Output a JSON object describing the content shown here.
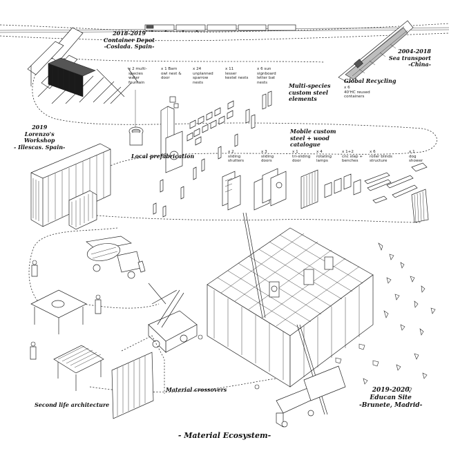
{
  "title": "- Material Ecosystem-",
  "locations": {
    "depot": {
      "date": "2018-2019",
      "name": "Container Depot",
      "place": "-Coslada. Spain-"
    },
    "sea": {
      "date": "2004-2018",
      "name": "Sea transport",
      "place": "-China-"
    },
    "workshop": {
      "date": "2019",
      "name": "Lorenzo's",
      "name2": "Workshop",
      "place": "- Illescas. Spain-"
    },
    "site": {
      "date": "2019-2020",
      "name": "Educan Site",
      "place": "-Brunete, Madrid-"
    }
  },
  "recycling": {
    "title": "Global Recycling",
    "count": "x 6",
    "desc": "40'HC reused",
    "desc2": "containers"
  },
  "multispecies": {
    "line1": "Multi-species",
    "line2": "custom steel",
    "line3": "elements"
  },
  "catalogue": {
    "line1": "Mobile custom",
    "line2": "steel + wood",
    "line3": "catalogue"
  },
  "local_prefab": "Local prefabrication",
  "second_life": "Second life architecture",
  "crossovers": "Material crossovers",
  "species_elements": [
    {
      "count": "x 2 multi-",
      "l2": "species",
      "l3": "water",
      "l4": "fountain"
    },
    {
      "count": "x 1 Barn",
      "l2": "owl nest &",
      "l3": "door",
      "l4": ""
    },
    {
      "count": "x 24",
      "l2": "unplanned",
      "l3": "sparrow",
      "l4": "nests"
    },
    {
      "count": "x 11",
      "l2": "lesser",
      "l3": "kestel nests",
      "l4": ""
    },
    {
      "count": "x 6  sun",
      "l2": "signboard",
      "l3": "letter bat",
      "l4": "nests"
    }
  ],
  "catalogue_items": [
    {
      "count": "x 2",
      "l2": "sliding",
      "l3": "shutters"
    },
    {
      "count": "x 3",
      "l2": "sliding",
      "l3": "doors"
    },
    {
      "count": "x 1",
      "l2": "tri-sliding",
      "l3": "door"
    },
    {
      "count": "x 4",
      "l2": "rotating",
      "l3": "lamps"
    },
    {
      "count": "x 1+2",
      "l2": "cnc step +",
      "l3": "benches"
    },
    {
      "count": "x 6",
      "l2": "roller blinds",
      "l3": "structure"
    },
    {
      "count": "x 1",
      "l2": "dog",
      "l3": "shower"
    }
  ]
}
